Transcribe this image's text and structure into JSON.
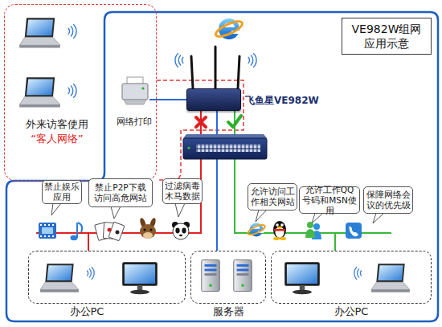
{
  "diagram": {
    "nodes": [
      {
        "text": [
          "外来访客使用",
          "“客人网络”"
        ]
      },
      {
        "text": [
          "VE982W组网 应用示意"
        ]
      },
      {
        "text": [
          "网络打印"
        ]
      },
      {
        "text": [
          "飞鱼星VE982W"
        ]
      },
      {
        "text": [
          "禁止娱乐应用"
        ]
      },
      {
        "text": [
          "禁止P2P下载访问高危网站"
        ]
      },
      {
        "text": [
          "过滤病毒木马数据"
        ]
      },
      {
        "text": [
          "允许访问工作相关网站"
        ]
      },
      {
        "text": [
          "允许工作QQ号码和MSN使用"
        ]
      },
      {
        "text": [
          "保障网络会议的优先级"
        ]
      },
      {
        "text": [
          "办公PC"
        ]
      },
      {
        "text": [
          "服务器"
        ]
      },
      {
        "text": [
          "办公PC"
        ]
      }
    ],
    "edges": [
      {
        "from": 2,
        "to": 3,
        "arrow": "none"
      },
      {
        "from": 3,
        "to": 10,
        "arrow": "none"
      },
      {
        "from": 3,
        "to": 11,
        "arrow": "none"
      },
      {
        "from": 3,
        "to": 12,
        "arrow": "none"
      }
    ]
  }
}
